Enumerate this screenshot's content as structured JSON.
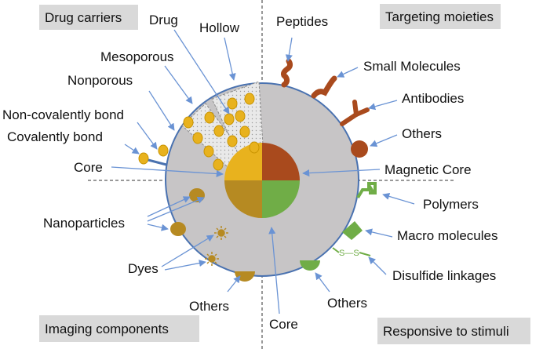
{
  "colors": {
    "sphere": "#c7c5c6",
    "sphere_edge": "#4a72b0",
    "arrow": "#6a93d4",
    "gold": "#e8b21e",
    "gold_edge": "#c99400",
    "brown": "#a94a1d",
    "olive": "#b68a22",
    "green": "#70ad47",
    "box": "#d9d9d9",
    "stipple": "#dcdcdc"
  },
  "quadrants": {
    "drug_carriers": "Drug carriers",
    "targeting_moieties": "Targeting moieties",
    "imaging_components": "Imaging components",
    "responsive_to_stimuli": "Responsive to stimuli"
  },
  "labels": {
    "drug": "Drug",
    "hollow": "Hollow",
    "mesoporous": "Mesoporous",
    "nonporous": "Nonporous",
    "noncovalent": "Non-covalently bond",
    "covalent": "Covalently bond",
    "core_left": "Core",
    "peptides": "Peptides",
    "small_molecules": "Small Molecules",
    "antibodies": "Antibodies",
    "others_right_top": "Others",
    "magnetic_core": "Magnetic Core",
    "polymers": "Polymers",
    "macro_molecules": "Macro molecules",
    "disulfide_linkages": "Disulfide linkages",
    "others_right_bottom": "Others",
    "nanoparticles": "Nanoparticles",
    "dyes": "Dyes",
    "others_left_bottom": "Others",
    "core_bottom": "Core",
    "disulfide_glyph": "S—S"
  }
}
